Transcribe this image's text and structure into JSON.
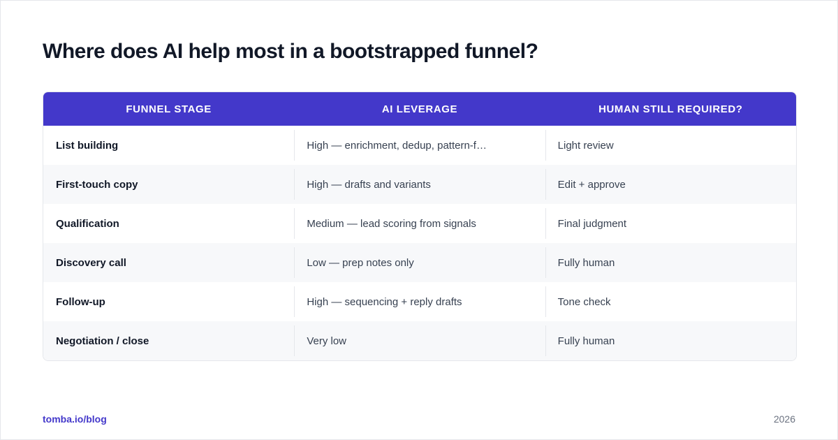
{
  "title": "Where does AI help most in a bootstrapped funnel?",
  "table": {
    "headers": [
      "FUNNEL STAGE",
      "AI LEVERAGE",
      "HUMAN STILL REQUIRED?"
    ],
    "rows": [
      {
        "stage": "List building",
        "leverage": "High — enrichment, dedup, pattern-f…",
        "human": "Light review"
      },
      {
        "stage": "First-touch copy",
        "leverage": "High — drafts and variants",
        "human": "Edit + approve"
      },
      {
        "stage": "Qualification",
        "leverage": "Medium — lead scoring from signals",
        "human": "Final judgment"
      },
      {
        "stage": "Discovery call",
        "leverage": "Low — prep notes only",
        "human": "Fully human"
      },
      {
        "stage": "Follow-up",
        "leverage": "High — sequencing + reply drafts",
        "human": "Tone check"
      },
      {
        "stage": "Negotiation / close",
        "leverage": "Very low",
        "human": "Fully human"
      }
    ]
  },
  "footer": {
    "source": "tomba.io/blog",
    "year": "2026"
  },
  "colors": {
    "accent": "#4338ca",
    "title": "#111827",
    "row_alt": "#f7f8fa"
  }
}
